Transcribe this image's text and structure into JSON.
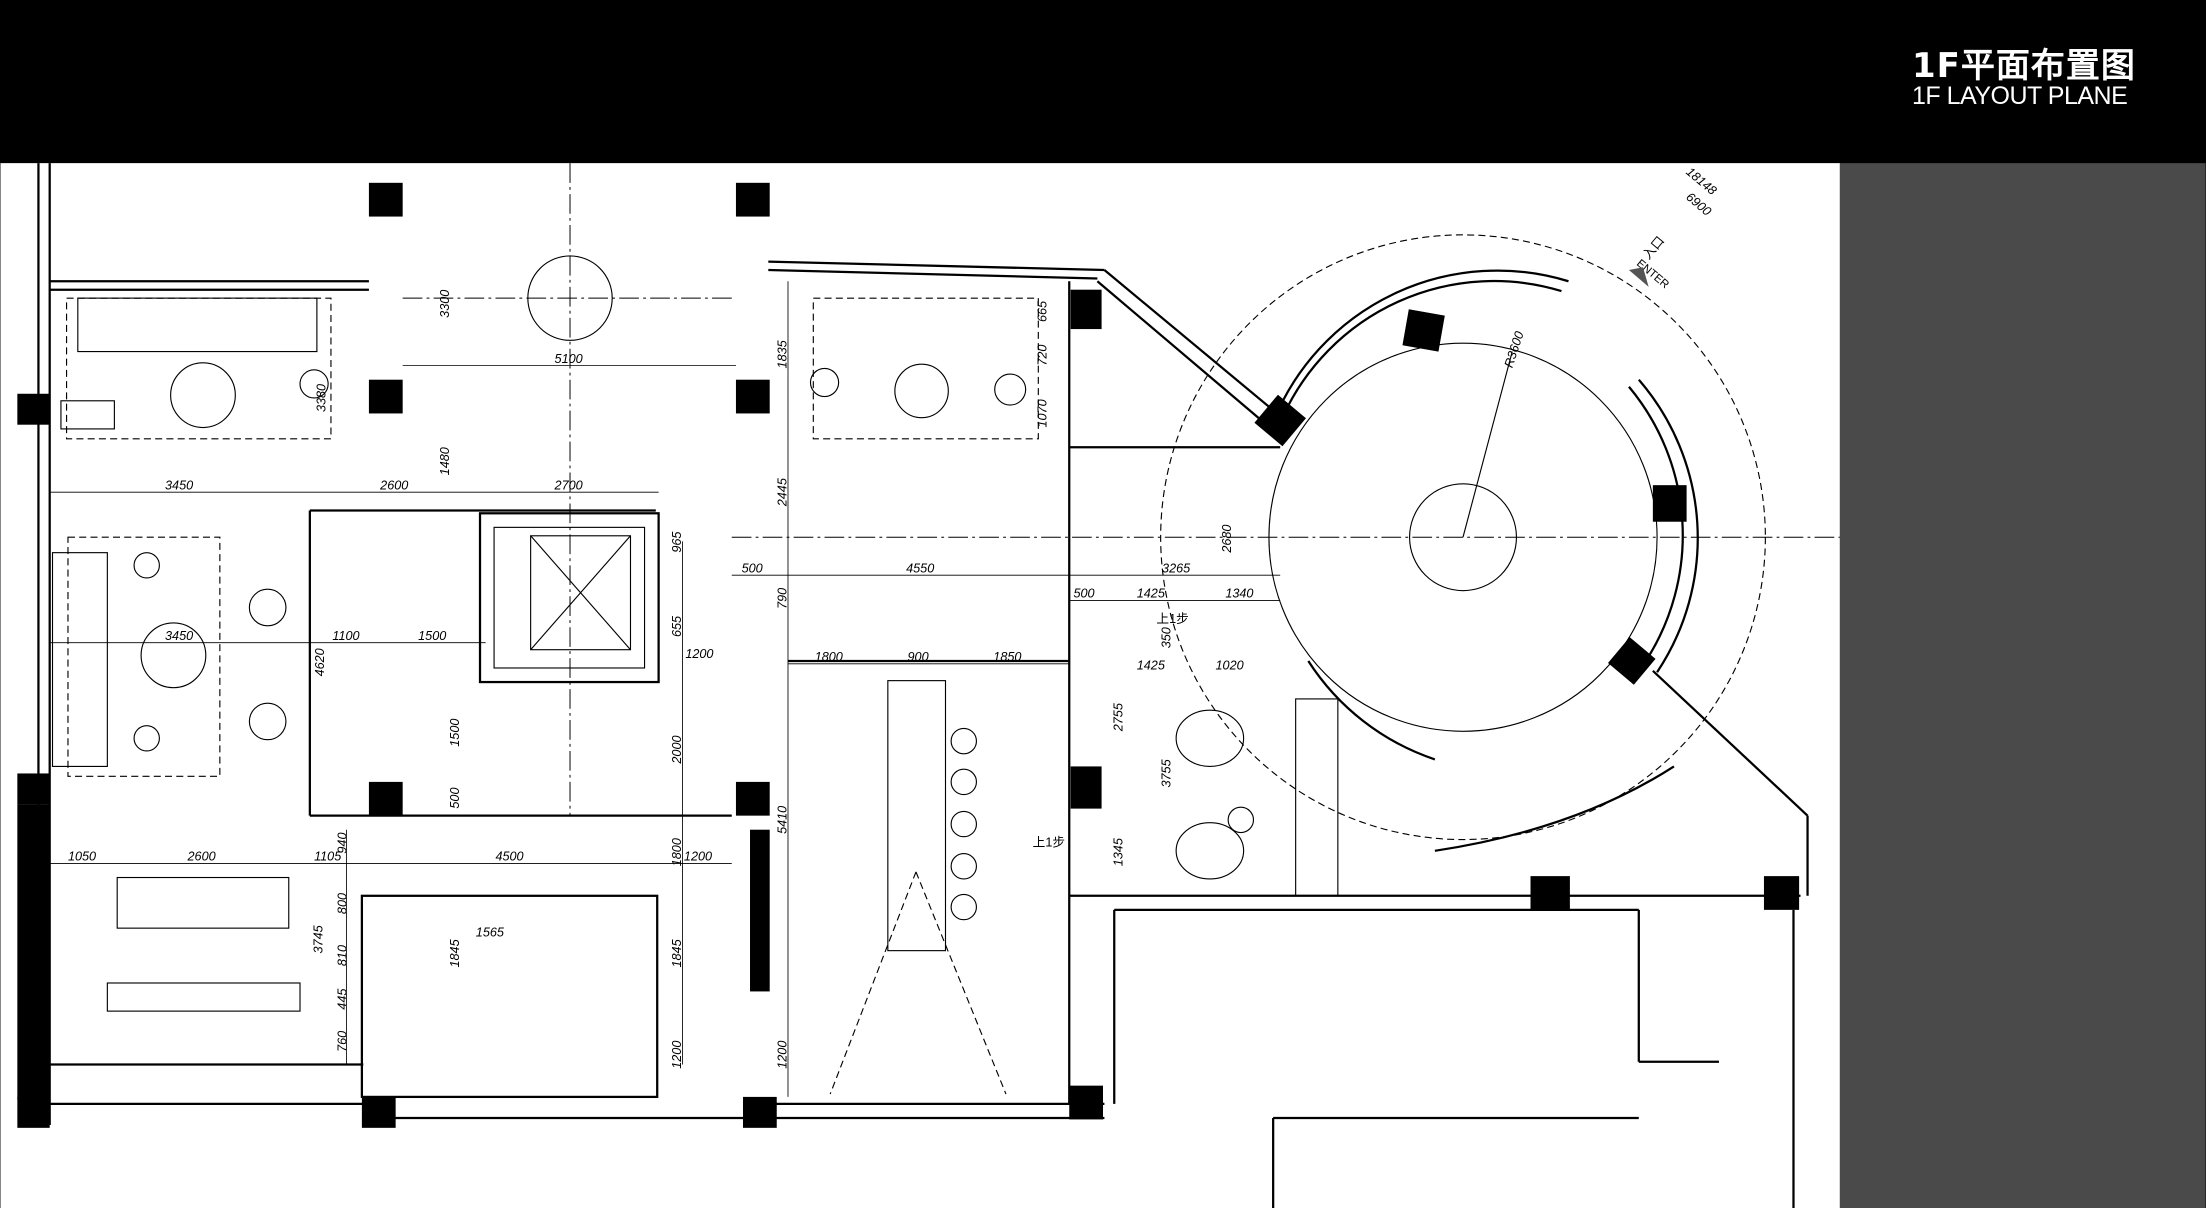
{
  "title": {
    "cn": "1F平面布置图",
    "en": "1F LAYOUT PLANE"
  },
  "colors": {
    "background": "#000000",
    "plan": "#ffffff",
    "side_panel": "#4a4a4a",
    "ink": "#000000"
  },
  "labels": {
    "step_up_1": "上1步",
    "step_up_2": "上1步",
    "entrance_cn": "入口",
    "entrance_en": "ENTER",
    "radius": "R3600"
  },
  "dimensions": {
    "top": [
      "3450",
      "2600",
      "2700",
      "5100",
      "3300",
      "1480",
      "3380"
    ],
    "upper_right": [
      "1835",
      "2445",
      "665",
      "720",
      "1070"
    ],
    "middle": [
      "965",
      "500",
      "4550",
      "3265",
      "2680",
      "500",
      "1425",
      "1340",
      "350",
      "1425",
      "1020"
    ],
    "lounge": [
      "3450",
      "1100",
      "1500",
      "4620",
      "655",
      "790",
      "1200",
      "1800",
      "900",
      "1850"
    ],
    "stairs": [
      "1500",
      "2000",
      "500",
      "2755",
      "3755",
      "1345",
      "5410"
    ],
    "lower": [
      "1050",
      "2600",
      "1105",
      "4500",
      "1200",
      "940",
      "800",
      "3745",
      "810",
      "445",
      "760",
      "1800",
      "1845",
      "1200",
      "1200",
      "1565",
      "1845"
    ],
    "facade": [
      "18148",
      "6900"
    ]
  }
}
